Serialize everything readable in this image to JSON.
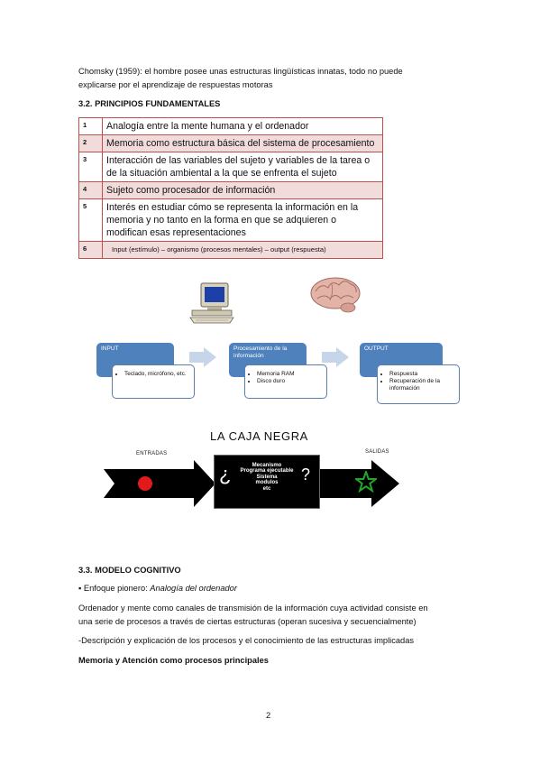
{
  "intro": {
    "line1": "Chomsky (1959): el hombre posee unas estructuras lingüísticas innatas, todo no puede",
    "line2": "explicarse por el aprendizaje de respuestas motoras"
  },
  "section32": {
    "title": "3.2. PRINCIPIOS FUNDAMENTALES"
  },
  "principles": [
    {
      "num": "1",
      "text": "Analogía entre la mente humana y el ordenador"
    },
    {
      "num": "2",
      "text": "Memoria como estructura básica del sistema de procesamiento"
    },
    {
      "num": "3",
      "text": "Interacción de las variables del sujeto y variables de la tarea o de la situación ambiental a la que se enfrenta el sujeto"
    },
    {
      "num": "4",
      "text": "Sujeto como procesador de información"
    },
    {
      "num": "5",
      "text": "Interés en estudiar cómo se representa la información en la memoria y no tanto en la forma en que se adquieren o modifican esas representaciones"
    },
    {
      "num": "6",
      "text": "Input (estímulo) – organismo (procesos mentales) – output (respuesta)"
    }
  ],
  "diagram": {
    "input": {
      "title": "INPUT",
      "items": [
        "Teclado, micrófono, etc."
      ]
    },
    "process": {
      "title": "Procesamiento de la información",
      "items": [
        "Memoria RAM",
        "Disco duro"
      ]
    },
    "output": {
      "title": "OUTPUT",
      "items": [
        "Respuesta",
        "Recuperación de la información"
      ]
    },
    "blackbox": {
      "title": "LA CAJA NEGRA",
      "left_label": "ENTRADAS",
      "right_label": "SALIDAS",
      "q_open": "¿",
      "q_close": "?",
      "lines": [
        "Mecanismo",
        "Programa ejecutable",
        "Sistema",
        "modulos",
        "etc"
      ]
    },
    "icons": [
      "computer-icon",
      "brain-icon",
      "red-dot-icon",
      "green-star-icon"
    ],
    "colors": {
      "box_blue": "#4f81bd",
      "chevron": "#c6d5ea",
      "arrow": "#000000",
      "dot": "#e31a1c",
      "star": "#22a62a"
    }
  },
  "section33": {
    "title": "3.3. MODELO COGNITIVO",
    "bullet_prefix": "▪ Enfoque pionero: ",
    "bullet_italic": "Analogía del ordenador",
    "para1_line1": "Ordenador y mente como canales de transmisión de la información cuya actividad consiste en",
    "para1_line2": "una serie de procesos a través de ciertas estructuras (operan sucesiva y secuencialmente)",
    "para2": "-Descripción y explicación de los procesos y el conocimiento de las estructuras implicadas",
    "para3": "Memoria y Atención como procesos principales"
  },
  "page_number": "2"
}
